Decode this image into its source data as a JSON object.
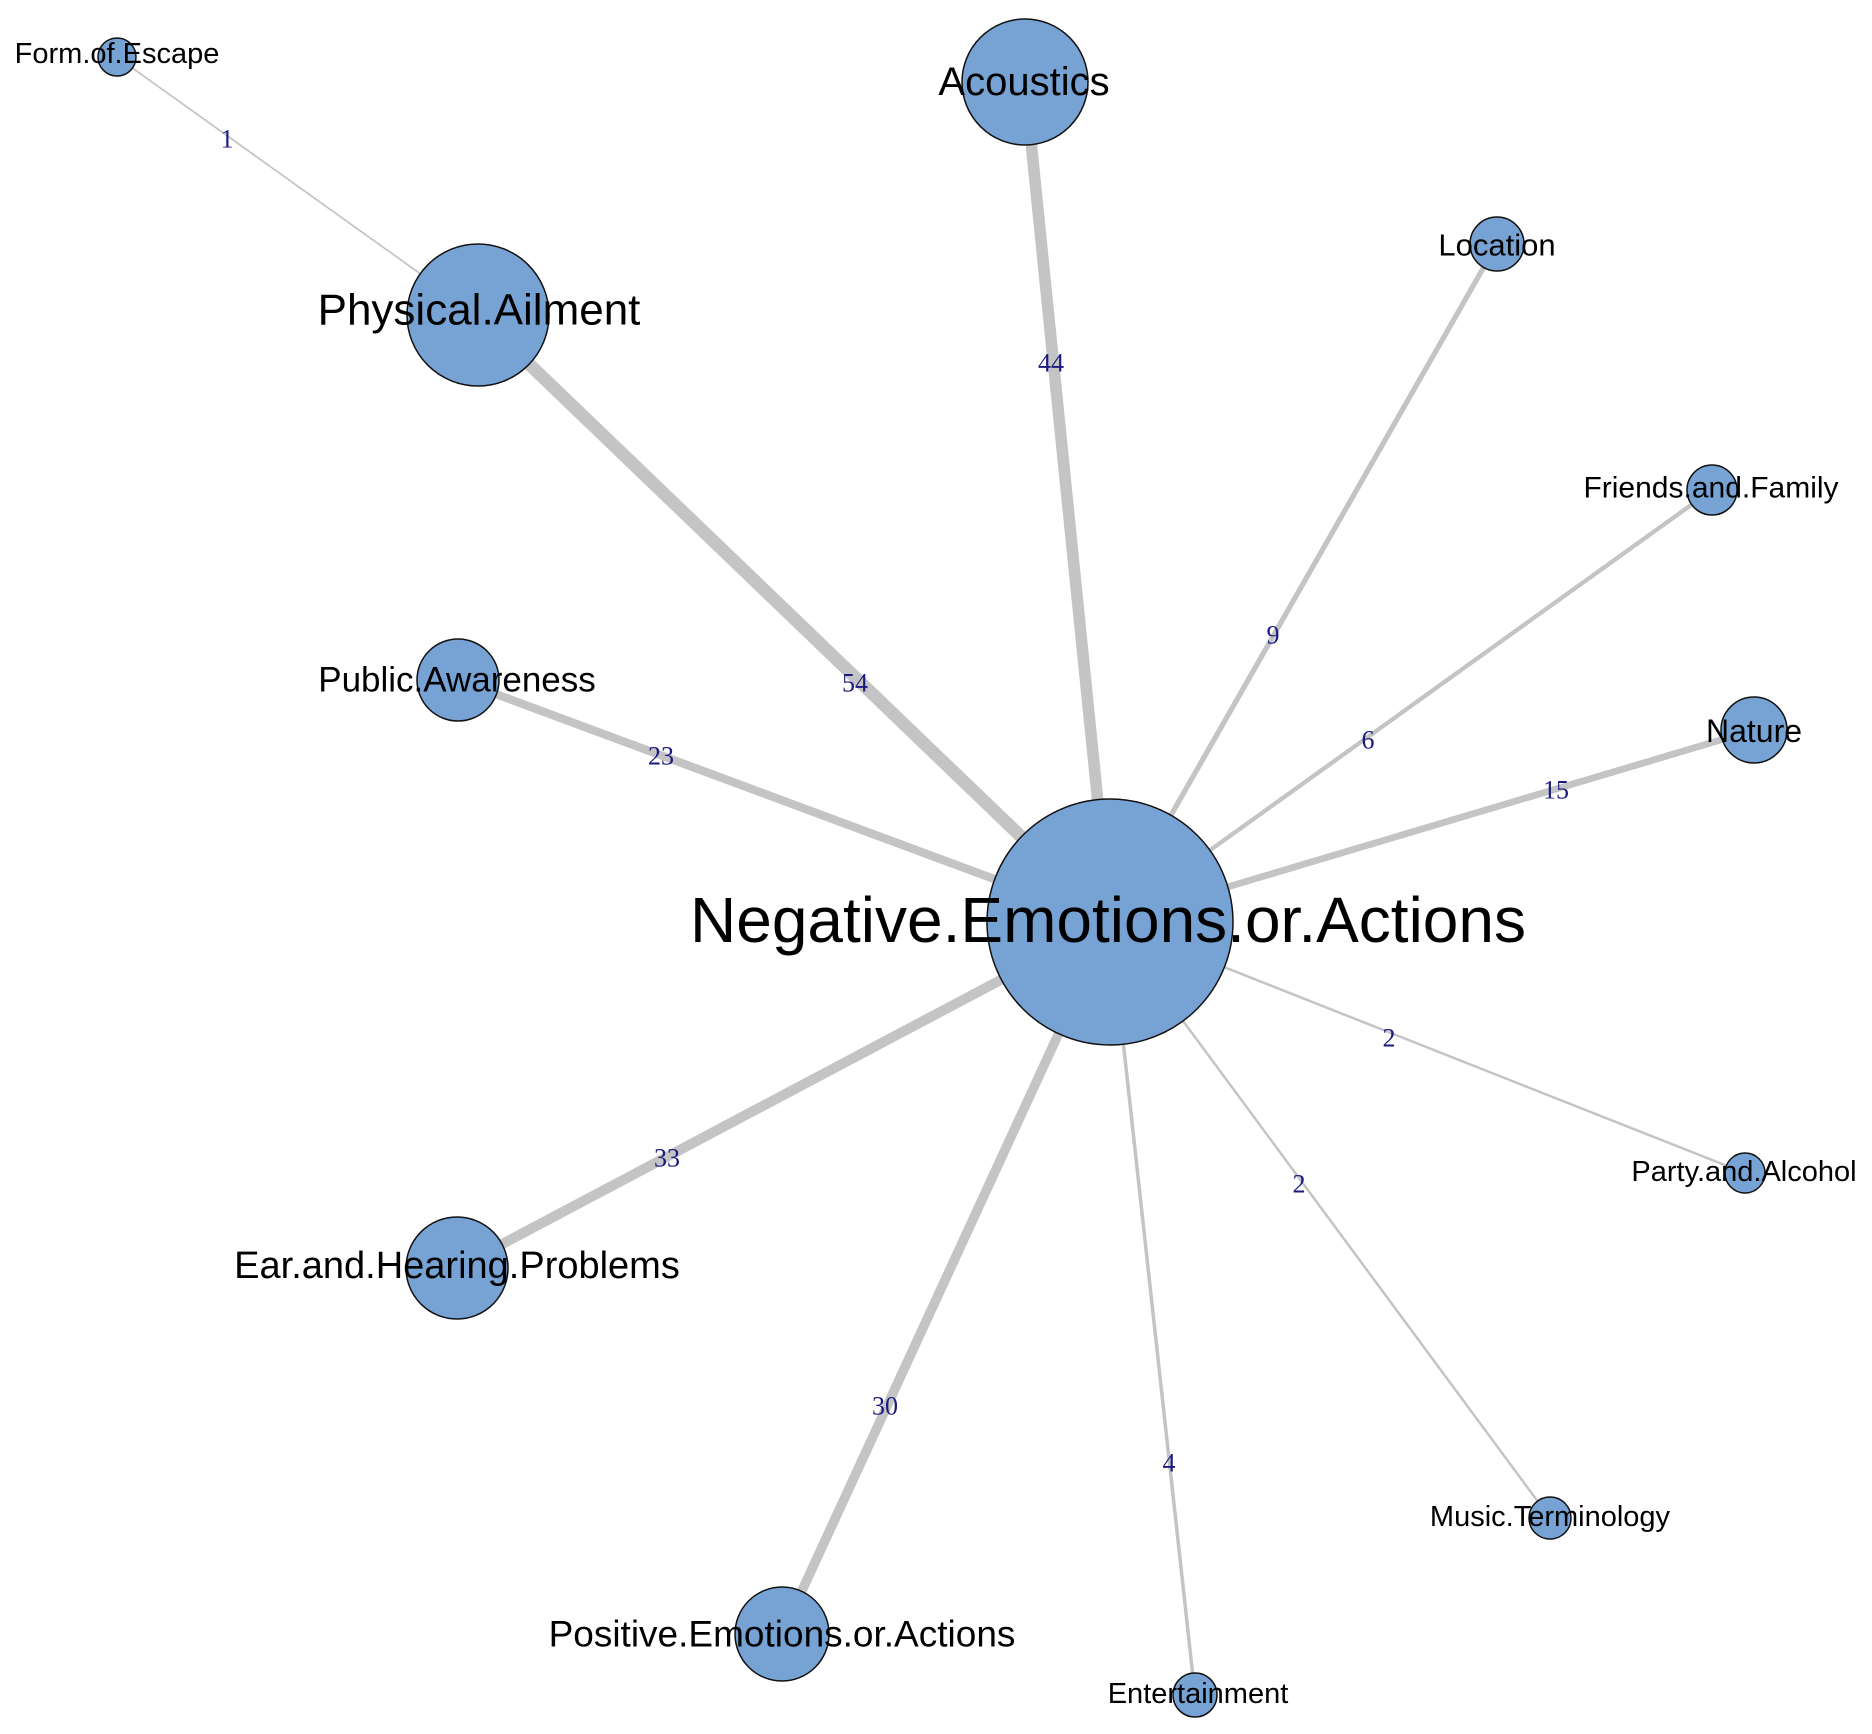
{
  "graph": {
    "center": "Negative.Emotions.or.Actions",
    "nodes": [
      {
        "id": "Negative.Emotions.or.Actions",
        "size": 100
      },
      {
        "id": "Form.of.Escape",
        "size": 1
      },
      {
        "id": "Acoustics",
        "size": 44
      },
      {
        "id": "Physical.Ailment",
        "size": 54
      },
      {
        "id": "Location",
        "size": 9
      },
      {
        "id": "Friends.and.Family",
        "size": 6
      },
      {
        "id": "Public.Awareness",
        "size": 23
      },
      {
        "id": "Nature",
        "size": 15
      },
      {
        "id": "Party.and.Alcohol",
        "size": 2
      },
      {
        "id": "Ear.and.Hearing.Problems",
        "size": 33
      },
      {
        "id": "Music.Terminology",
        "size": 2
      },
      {
        "id": "Positive.Emotions.or.Actions",
        "size": 30
      },
      {
        "id": "Entertainment",
        "size": 4
      }
    ],
    "edges": [
      {
        "from": "Form.of.Escape",
        "to": "Physical.Ailment",
        "weight": "1"
      },
      {
        "from": "Acoustics",
        "to": "Negative.Emotions.or.Actions",
        "weight": "44"
      },
      {
        "from": "Physical.Ailment",
        "to": "Negative.Emotions.or.Actions",
        "weight": "54"
      },
      {
        "from": "Location",
        "to": "Negative.Emotions.or.Actions",
        "weight": "9"
      },
      {
        "from": "Friends.and.Family",
        "to": "Negative.Emotions.or.Actions",
        "weight": "6"
      },
      {
        "from": "Public.Awareness",
        "to": "Negative.Emotions.or.Actions",
        "weight": "23"
      },
      {
        "from": "Nature",
        "to": "Negative.Emotions.or.Actions",
        "weight": "15"
      },
      {
        "from": "Party.and.Alcohol",
        "to": "Negative.Emotions.or.Actions",
        "weight": "2"
      },
      {
        "from": "Ear.and.Hearing.Problems",
        "to": "Negative.Emotions.or.Actions",
        "weight": "33"
      },
      {
        "from": "Music.Terminology",
        "to": "Negative.Emotions.or.Actions",
        "weight": "2"
      },
      {
        "from": "Positive.Emotions.or.Actions",
        "to": "Negative.Emotions.or.Actions",
        "weight": "30"
      },
      {
        "from": "Entertainment",
        "to": "Negative.Emotions.or.Actions",
        "weight": "4"
      }
    ]
  },
  "colors": {
    "node_fill": "#77a3d4",
    "node_stroke": "#111111",
    "edge": "#c4c4c4",
    "edge_label": "#1a1a80"
  }
}
